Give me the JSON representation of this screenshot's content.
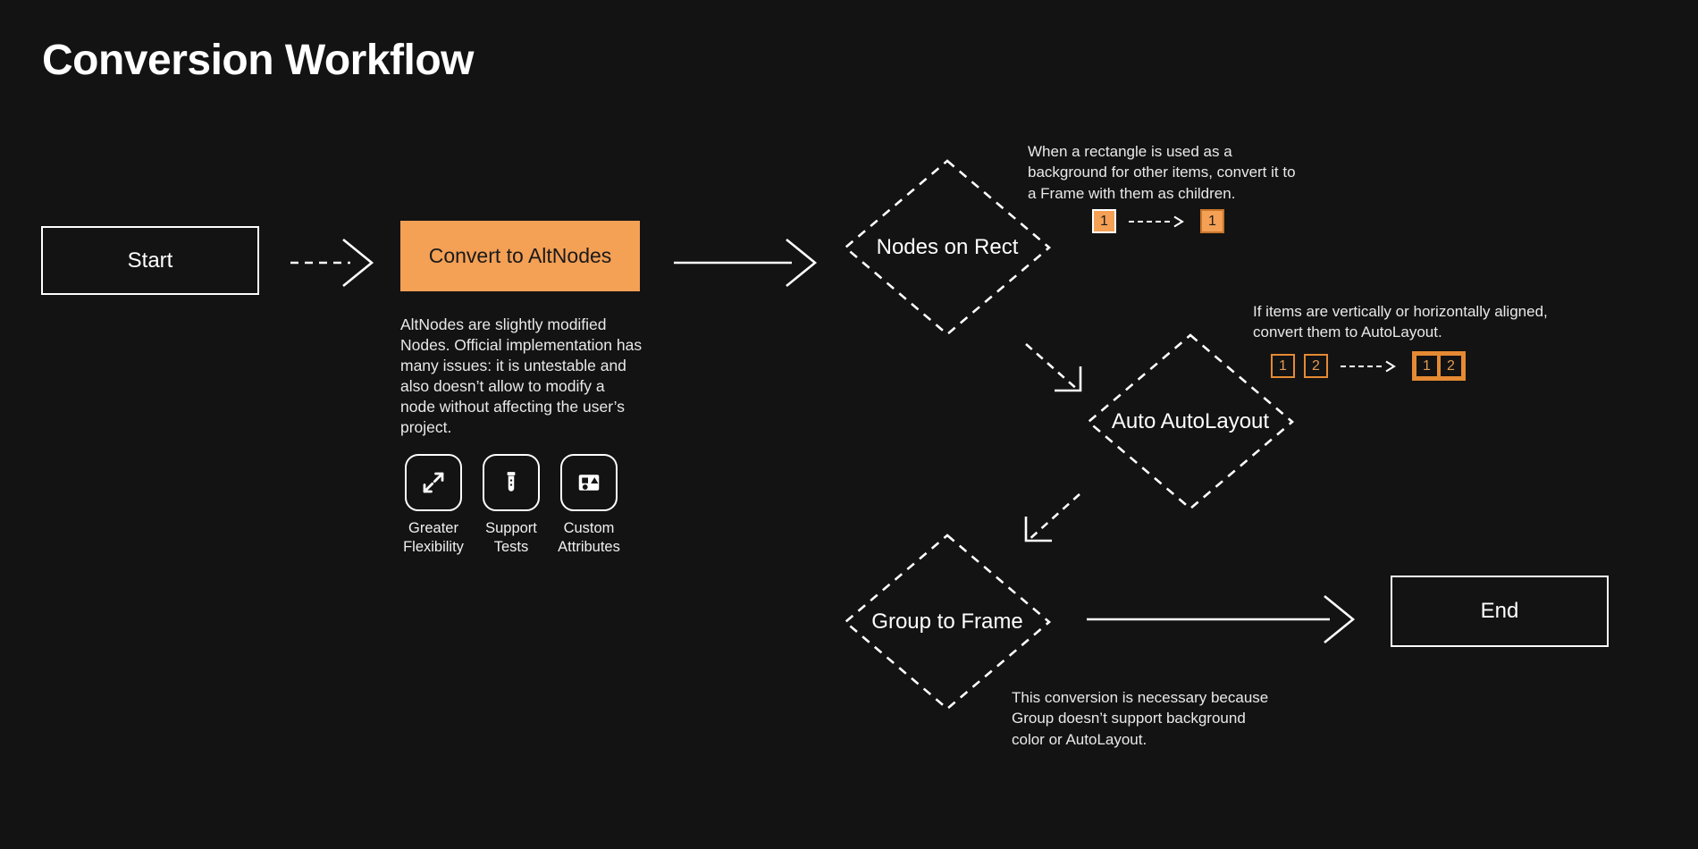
{
  "page": {
    "title": "Conversion Workflow",
    "background_color": "#131313",
    "accent_color": "#F4A055",
    "text_color": "#ffffff"
  },
  "nodes": {
    "start": {
      "label": "Start",
      "type": "terminal"
    },
    "convert": {
      "label": "Convert to AltNodes",
      "type": "process"
    },
    "nodes_on_rect": {
      "label": "Nodes on Rect",
      "type": "decision"
    },
    "auto_autolayout": {
      "label": "Auto AutoLayout",
      "type": "decision"
    },
    "group_to_frame": {
      "label": "Group to Frame",
      "type": "decision"
    },
    "end": {
      "label": "End",
      "type": "terminal"
    }
  },
  "convert_description": "AltNodes are slightly modified Nodes. Official implementation has many issues: it is untestable and also doesn’t allow to modify a node without affecting the user’s project.",
  "features": [
    {
      "icon": "expand-arrows-icon",
      "label": "Greater\nFlexibility"
    },
    {
      "icon": "test-tube-icon",
      "label": "Support\nTests"
    },
    {
      "icon": "shapes-icon",
      "label": "Custom\nAttributes"
    }
  ],
  "notes": {
    "nodes_on_rect": "When a rectangle is used as a background for other items, convert it to a Frame with them as children.",
    "auto_autolayout": "If items are vertically or horizontally aligned, convert them to AutoLayout.",
    "group_to_frame": "This conversion is necessary because Group doesn’t support background color or AutoLayout."
  },
  "badge_examples": {
    "nodes_on_rect": {
      "before": [
        "1"
      ],
      "after": [
        "1"
      ],
      "after_grouped": false
    },
    "auto_autolayout": {
      "before": [
        "1",
        "2"
      ],
      "after": [
        "1",
        "2"
      ],
      "after_grouped": true
    }
  },
  "edges": [
    {
      "from": "start",
      "to": "convert",
      "style": "dashed"
    },
    {
      "from": "convert",
      "to": "nodes_on_rect",
      "style": "solid"
    },
    {
      "from": "nodes_on_rect",
      "to": "auto_autolayout",
      "style": "dashed"
    },
    {
      "from": "auto_autolayout",
      "to": "group_to_frame",
      "style": "dashed"
    },
    {
      "from": "group_to_frame",
      "to": "end",
      "style": "solid"
    }
  ]
}
